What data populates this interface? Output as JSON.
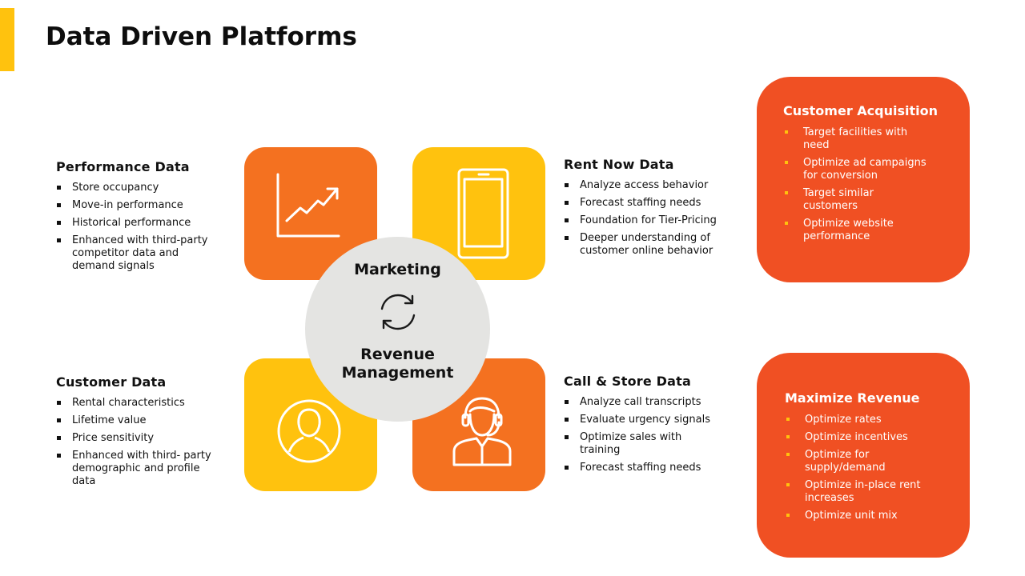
{
  "page": {
    "title": "Data Driven Platforms"
  },
  "colors": {
    "accent": "#FFC20E",
    "orange": "#F47120",
    "yellow": "#FFC20E",
    "red_orange": "#F05023",
    "hub_gray": "#E4E4E2"
  },
  "hub": {
    "top_label": "Marketing",
    "bottom_label": "Revenue Management",
    "icon": "refresh-icon"
  },
  "tiles": [
    {
      "icon": "line-chart-icon"
    },
    {
      "icon": "smartphone-icon"
    },
    {
      "icon": "user-icon"
    },
    {
      "icon": "headset-agent-icon"
    }
  ],
  "performance": {
    "title": "Performance Data",
    "items": [
      "Store occupancy",
      "Move-in performance",
      "Historical performance",
      "Enhanced with third-party competitor data and demand signals"
    ]
  },
  "rent_now": {
    "title": "Rent Now Data",
    "items": [
      "Analyze access behavior",
      "Forecast staffing needs",
      "Foundation for Tier-Pricing",
      "Deeper understanding of customer online behavior"
    ]
  },
  "customer": {
    "title": "Customer Data",
    "items": [
      "Rental characteristics",
      "Lifetime value",
      "Price sensitivity",
      "Enhanced with third- party demographic and profile data"
    ]
  },
  "call_store": {
    "title": "Call & Store Data",
    "items": [
      "Analyze call transcripts",
      "Evaluate urgency signals",
      "Optimize sales with training",
      "Forecast staffing needs"
    ]
  },
  "acquisition": {
    "title": "Customer Acquisition",
    "items": [
      "Target facilities with need",
      "Optimize ad campaigns for conversion",
      "Target similar customers",
      "Optimize website performance"
    ]
  },
  "revenue": {
    "title": "Maximize Revenue",
    "items": [
      "Optimize rates",
      "Optimize incentives",
      "Optimize for supply/demand",
      "Optimize in-place rent increases",
      "Optimize unit mix"
    ]
  }
}
